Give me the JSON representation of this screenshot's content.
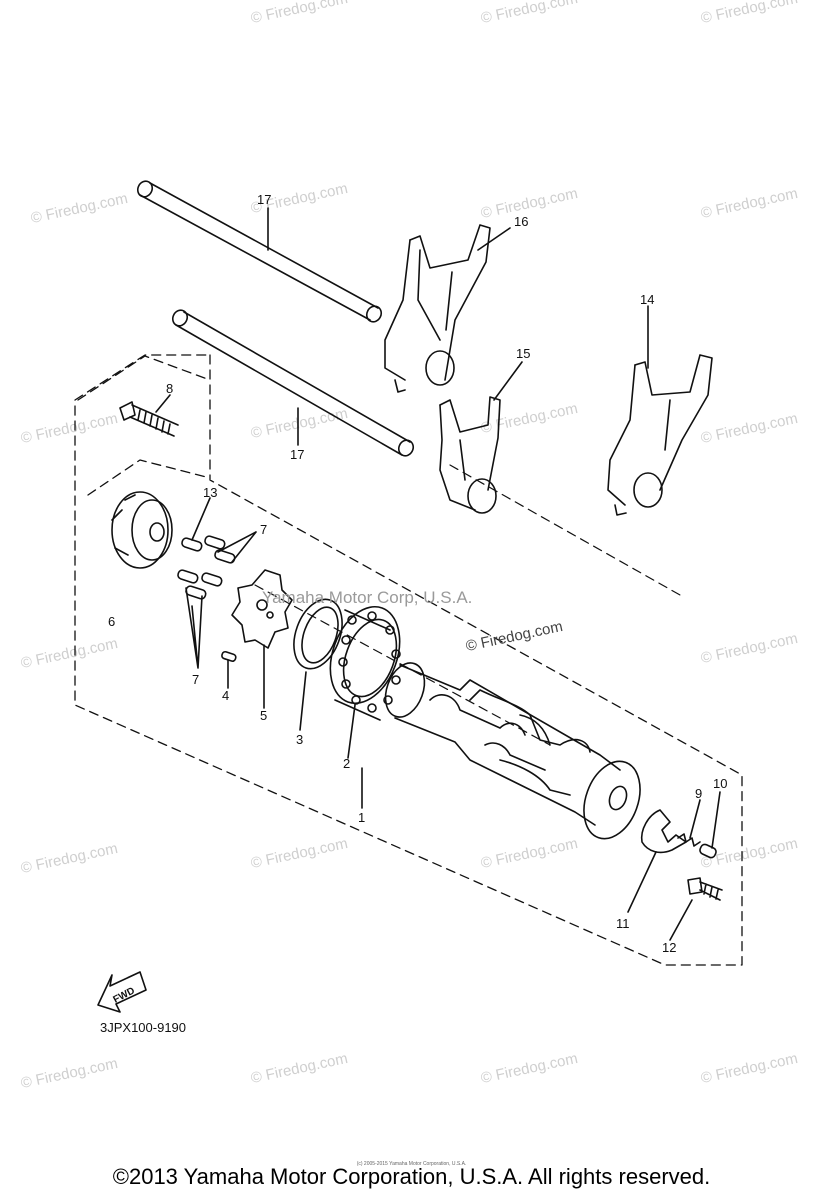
{
  "watermark_text": "© Firedog.com",
  "center_watermark": "Yamaha Motor Corp, U.S.A.",
  "fwd_label": "FWD",
  "diagram_code": "3JPX100-9190",
  "footer_copyright": "©2013 Yamaha Motor Corporation, U.S.A. All rights reserved.",
  "footer_small": "(c) 2005-2015 Yamaha Motor Corporation, U.S.A.",
  "callouts": {
    "c1": "1",
    "c2": "2",
    "c3": "3",
    "c4": "4",
    "c5": "5",
    "c6": "6",
    "c7a": "7",
    "c7b": "7",
    "c8": "8",
    "c9": "9",
    "c10": "10",
    "c11": "11",
    "c12": "12",
    "c13": "13",
    "c14": "14",
    "c15": "15",
    "c16": "16",
    "c17a": "17",
    "c17b": "17"
  }
}
